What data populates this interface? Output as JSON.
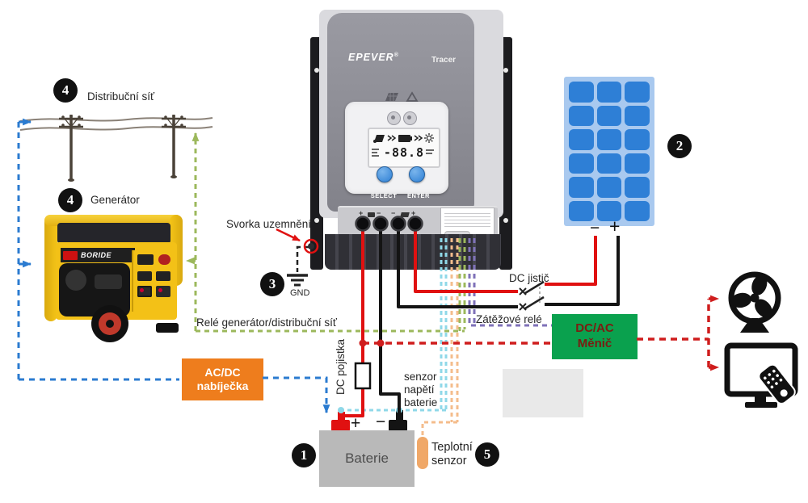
{
  "labels": {
    "grid": "Distribuční síť",
    "generator": "Generátor",
    "generator_brand": "BORIDE",
    "ground_terminal": "Svorka uzemnění",
    "gnd": "GND",
    "relay_line": "Relé generátor/distribuční síť",
    "dc_breaker": "DC jistič",
    "load_relay": "Zátěžové relé",
    "dc_fuse": "DC pojistka",
    "sensor_line1": "senzor",
    "sensor_line2": "napětí",
    "sensor_line3": "baterie",
    "temp_line1": "Teplotní",
    "temp_line2": "senzor",
    "battery": "Baterie",
    "charger_line1": "AC/DC",
    "charger_line2": "nabíječka",
    "inverter_line1": "DC/AC",
    "inverter_line2": "Měnič",
    "pv_minus": "−",
    "pv_plus": "+",
    "battery_plus": "+",
    "battery_minus": "−"
  },
  "badges": {
    "battery": "1",
    "pv_array": "2",
    "ground": "3",
    "grid": "4",
    "generator": "4",
    "temp_sensor": "5"
  },
  "controller": {
    "brand": "EPEVER",
    "registered": "®",
    "model": "Tracer",
    "select_button": "SELECT",
    "enter_button": "ENTER",
    "lcd_value": "-88.8"
  },
  "icons": {
    "fan": "fan-icon",
    "tv": "tv-icon",
    "remote": "remote-control-icon",
    "ground": "ground-symbol-icon",
    "pv": "pv-panel-icon",
    "warning": "warning-triangle-icon",
    "battery": "battery-icon",
    "sun": "sun-icon",
    "power_pole": "power-pole-icon"
  },
  "colors": {
    "blue_dash": "#2b7bd0",
    "green_dash": "#9cb85c",
    "purple_dash": "#7f72b8",
    "lightblue_dash": "#8fd8e8",
    "orange_dash": "#f4bd8c",
    "red_dash": "#cf1d1d",
    "wire_red": "#e01111",
    "wire_black": "#141414",
    "charger_box": "#ee7d1d",
    "inverter_box": "#0aa14e",
    "panel_bg": "#a9c9ef",
    "panel_cell": "#2e7fd6",
    "battery_gray": "#b9b9b9",
    "badge_bg": "#111111"
  }
}
